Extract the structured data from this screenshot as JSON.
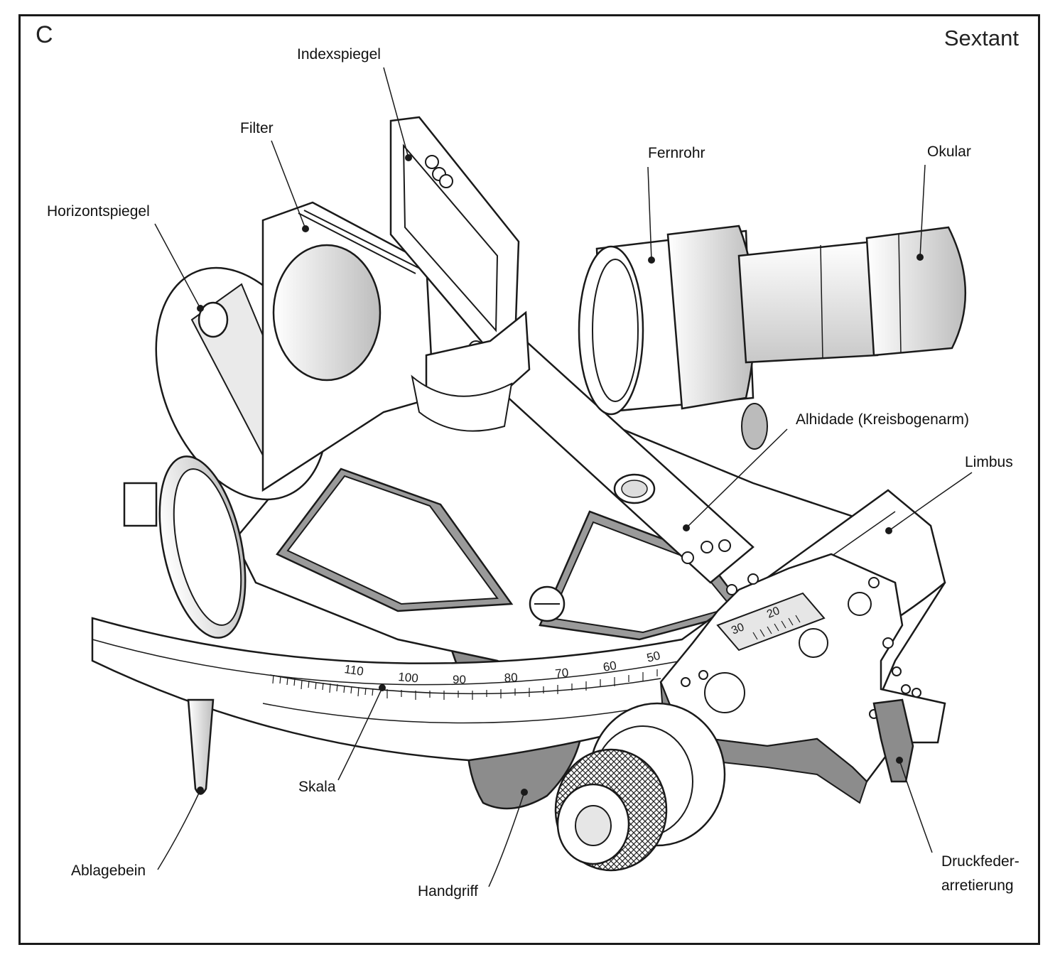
{
  "panel_letter": "C",
  "title": "Sextant",
  "labels": {
    "indexspiegel": "Indexspiegel",
    "filter": "Filter",
    "horizontspiegel": "Horizontspiegel",
    "fernrohr": "Fernrohr",
    "okular": "Okular",
    "alhidade": "Alhidade (Kreisbogenarm)",
    "limbus": "Limbus",
    "skala": "Skala",
    "ablagebein": "Ablagebein",
    "handgriff": "Handgriff",
    "druckfeder_line1": "Druckfeder-",
    "druckfeder_line2": "arretierung"
  },
  "scale_numbers": [
    "110",
    "100",
    "90",
    "80",
    "70",
    "60",
    "50"
  ],
  "vernier_numbers": [
    "30",
    "20"
  ],
  "colors": {
    "line": "#1a1a1a",
    "shadow": "#8c8c8c",
    "light_gray": "#d9d9d9",
    "paper": "#ffffff"
  }
}
